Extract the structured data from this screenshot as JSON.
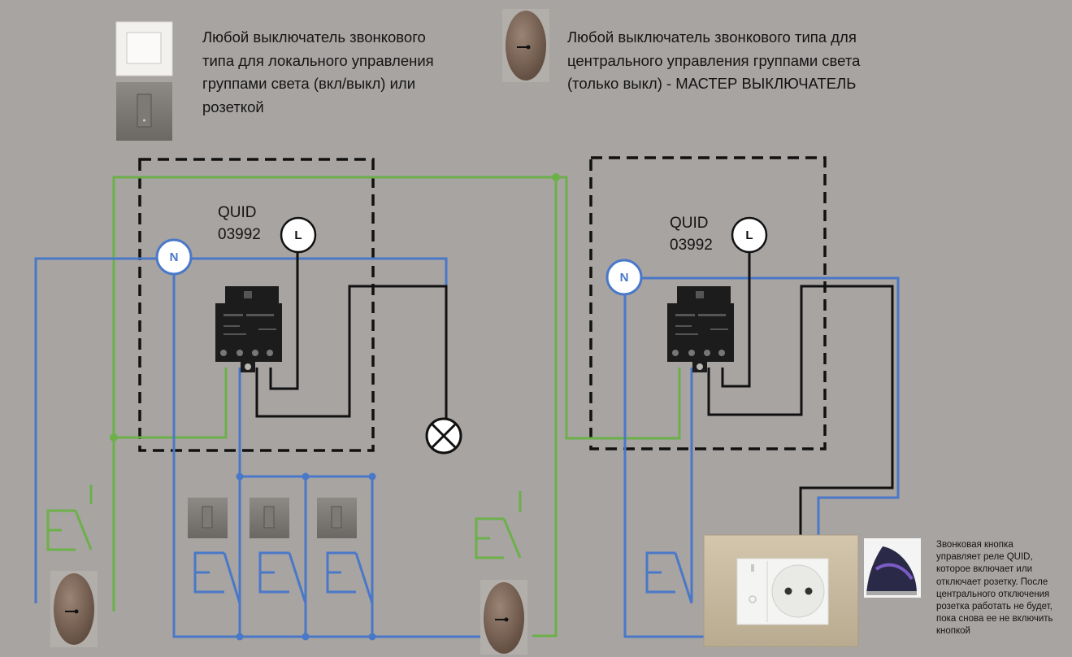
{
  "legend": {
    "local_switch_text": "Любой выключатель звонкового\nтипа для локального управления\nгруппами света (вкл/выкл) или\nрозеткой",
    "master_switch_text": "Любой выключатель звонкового типа для\nцентрального  управления группами света\n(только выкл) - МАСТЕР ВЫКЛЮЧАТЕЛЬ"
  },
  "modules": [
    {
      "label": "QUID\n03992",
      "line_label": "L",
      "neutral_label": "N"
    },
    {
      "label": "QUID\n03992",
      "line_label": "L",
      "neutral_label": "N"
    }
  ],
  "note": "Звонковая кнопка\nуправляет реле QUID,\nкоторое включает или\nотключает розетку. После\nцентрального отключения\nрозетка работать не будет,\nпока снова ее не включить\nкнопкой",
  "colors": {
    "background": "#a8a4a2",
    "neutral_wire": "#4a78c8",
    "control_wire": "#6cb04a",
    "line_wire": "#111111",
    "relay_body": "#1c1c1c"
  }
}
